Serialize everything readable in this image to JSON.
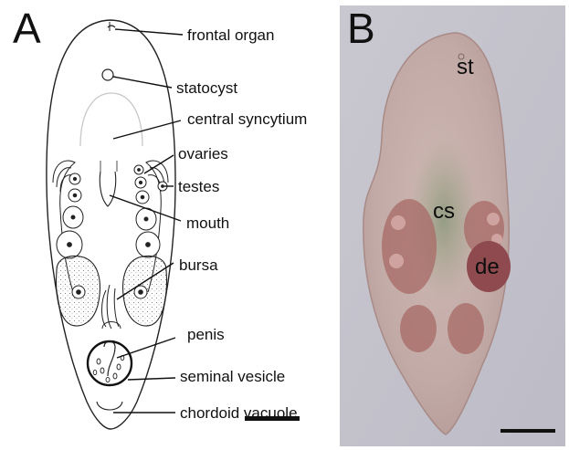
{
  "panel_a": {
    "letter": "A",
    "labels": {
      "frontal_organ": "frontal organ",
      "statocyst": "statocyst",
      "central_syncytium": "central syncytium",
      "ovaries": "ovaries",
      "testes": "testes",
      "mouth": "mouth",
      "bursa": "bursa",
      "penis": "penis",
      "seminal_vesicle": "seminal vesicle",
      "chordoid_vacuole": "chordoid vacuole"
    }
  },
  "panel_b": {
    "letter": "B",
    "labels": {
      "st": "st",
      "cs": "cs",
      "de": "de"
    }
  }
}
